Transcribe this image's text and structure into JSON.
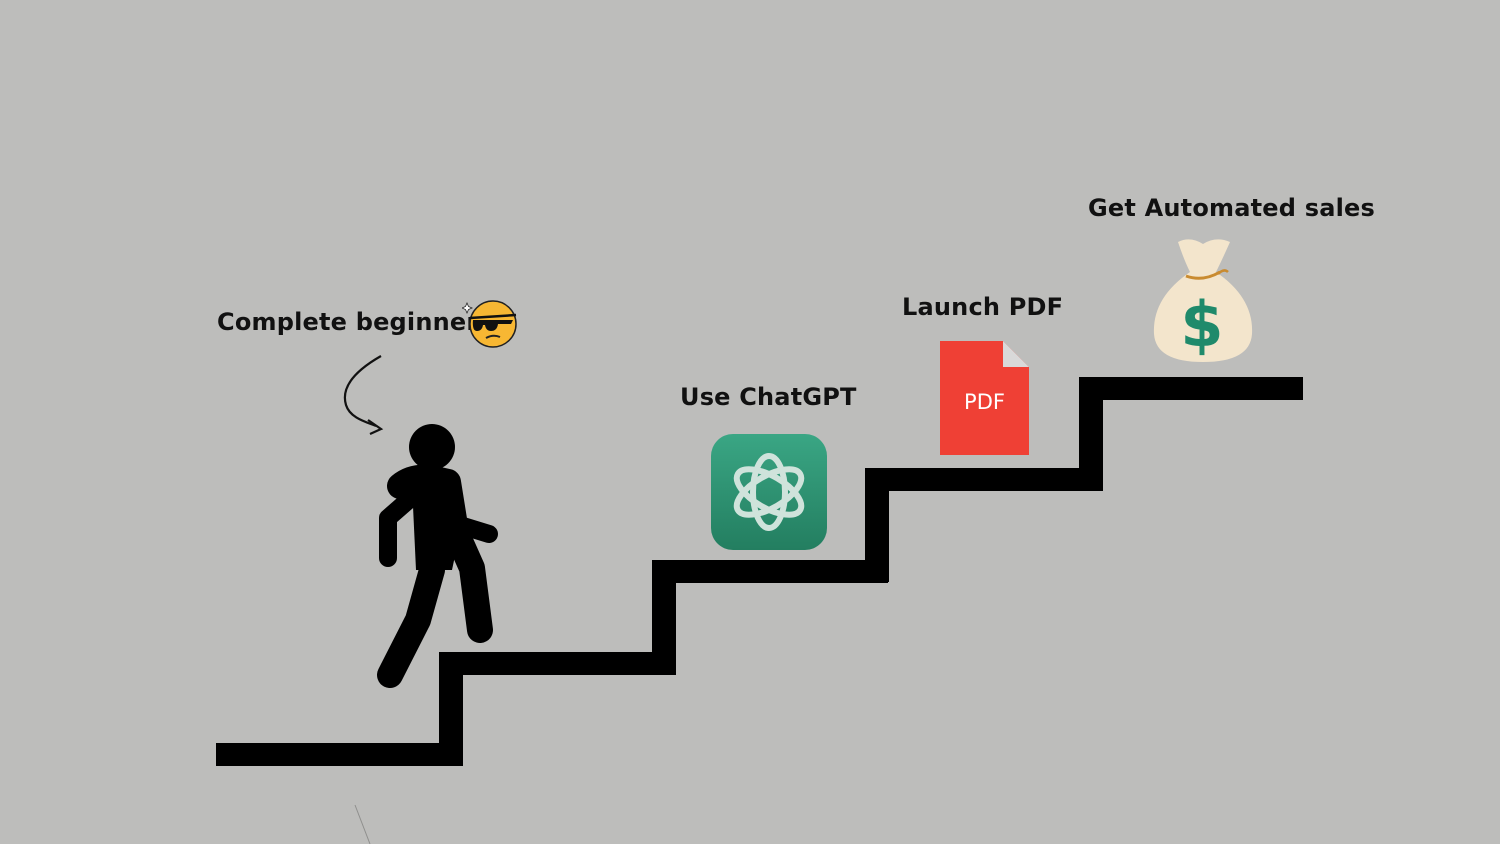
{
  "steps": {
    "beginner": "Complete beginner",
    "chatgpt": "Use ChatGPT",
    "pdf": "Launch PDF",
    "sales": "Get Automated sales"
  },
  "icons": {
    "emoji": "cool-face-sunglasses-icon",
    "arrow": "curved-arrow-icon",
    "person": "walking-person-icon",
    "chatgpt": "chatgpt-logo-icon",
    "pdf": "pdf-file-icon",
    "money": "money-bag-icon"
  },
  "pdf_icon_text": "PDF",
  "money_symbol": "$",
  "colors": {
    "background": "#bdbdbb",
    "stairs": "#000000",
    "chatgpt": "#2e9a76",
    "pdf": "#ef4035",
    "money_bag": "#f3e5cc",
    "dollar": "#1f8a6b"
  }
}
